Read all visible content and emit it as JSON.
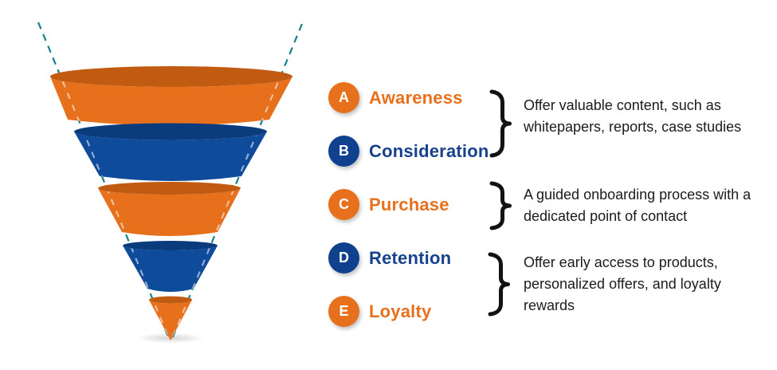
{
  "stages": [
    {
      "letter": "A",
      "label": "Awareness"
    },
    {
      "letter": "B",
      "label": "Consideration"
    },
    {
      "letter": "C",
      "label": "Purchase"
    },
    {
      "letter": "D",
      "label": "Retention"
    },
    {
      "letter": "E",
      "label": "Loyalty"
    }
  ],
  "annotations": [
    {
      "stages": "A-B",
      "lines": [
        "Offer valuable content, such as",
        "whitepapers, reports, case studies"
      ]
    },
    {
      "stages": "C",
      "lines": [
        "A guided onboarding process with a",
        "dedicated point of contact"
      ]
    },
    {
      "stages": "D-E",
      "lines": [
        "Offer early access to products,",
        "personalized offers, and loyalty",
        "rewards"
      ]
    }
  ],
  "colors": {
    "orange": "#E7701C",
    "orange_dark": "#C25B12",
    "blue": "#0F4B9B",
    "blue_dark": "#0A3B7D",
    "teal_dash": "#16808E",
    "highlight_dash": "rgba(255,255,255,0.55)",
    "label_orange": "#E7701C",
    "label_blue": "#17418D",
    "circle_blue": "#10418E",
    "text": "#1B1B1B",
    "brace": "#121212"
  }
}
